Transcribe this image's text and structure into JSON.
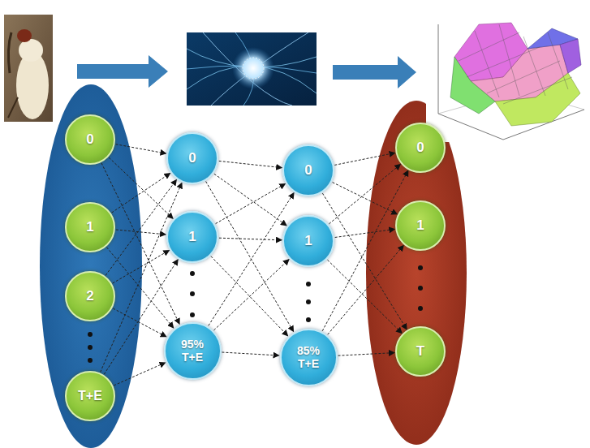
{
  "diagram": {
    "nodes": [
      {
        "text": [
          "0"
        ]
      },
      {
        "text": [
          "1"
        ]
      },
      {
        "text": [
          "2"
        ]
      },
      {
        "text": [
          "T+E"
        ]
      },
      {
        "text": [
          "0"
        ]
      },
      {
        "text": [
          "1"
        ]
      },
      {
        "text": [
          "95% T+E"
        ]
      },
      {
        "text": [
          "0"
        ]
      },
      {
        "text": [
          "1"
        ]
      },
      {
        "text": [
          "85% T+E"
        ]
      },
      {
        "text": [
          "0"
        ]
      },
      {
        "text": [
          "1"
        ]
      },
      {
        "text": [
          "T"
        ]
      }
    ],
    "edges": [
      {
        "from": 0,
        "to": 4,
        "arrow": "to"
      },
      {
        "from": 0,
        "to": 5,
        "arrow": "to"
      },
      {
        "from": 0,
        "to": 6,
        "arrow": "to"
      },
      {
        "from": 1,
        "to": 4,
        "arrow": "to"
      },
      {
        "from": 1,
        "to": 5,
        "arrow": "to"
      },
      {
        "from": 1,
        "to": 6,
        "arrow": "to"
      },
      {
        "from": 2,
        "to": 4,
        "arrow": "to"
      },
      {
        "from": 2,
        "to": 5,
        "arrow": "to"
      },
      {
        "from": 2,
        "to": 6,
        "arrow": "to"
      },
      {
        "from": 3,
        "to": 4,
        "arrow": "to"
      },
      {
        "from": 3,
        "to": 5,
        "arrow": "to"
      },
      {
        "from": 3,
        "to": 6,
        "arrow": "to"
      },
      {
        "from": 4,
        "to": 7,
        "arrow": "to"
      },
      {
        "from": 4,
        "to": 8,
        "arrow": "to"
      },
      {
        "from": 4,
        "to": 9,
        "arrow": "to"
      },
      {
        "from": 5,
        "to": 7,
        "arrow": "to"
      },
      {
        "from": 5,
        "to": 8,
        "arrow": "to"
      },
      {
        "from": 5,
        "to": 9,
        "arrow": "to"
      },
      {
        "from": 6,
        "to": 7,
        "arrow": "to"
      },
      {
        "from": 6,
        "to": 8,
        "arrow": "to"
      },
      {
        "from": 6,
        "to": 9,
        "arrow": "to"
      },
      {
        "from": 7,
        "to": 10,
        "arrow": "to"
      },
      {
        "from": 7,
        "to": 11,
        "arrow": "to"
      },
      {
        "from": 7,
        "to": 12,
        "arrow": "to"
      },
      {
        "from": 8,
        "to": 10,
        "arrow": "to"
      },
      {
        "from": 8,
        "to": 11,
        "arrow": "to"
      },
      {
        "from": 8,
        "to": 12,
        "arrow": "to"
      },
      {
        "from": 9,
        "to": 10,
        "arrow": "to"
      },
      {
        "from": 9,
        "to": 11,
        "arrow": "to"
      },
      {
        "from": 9,
        "to": 12,
        "arrow": "to"
      }
    ]
  }
}
